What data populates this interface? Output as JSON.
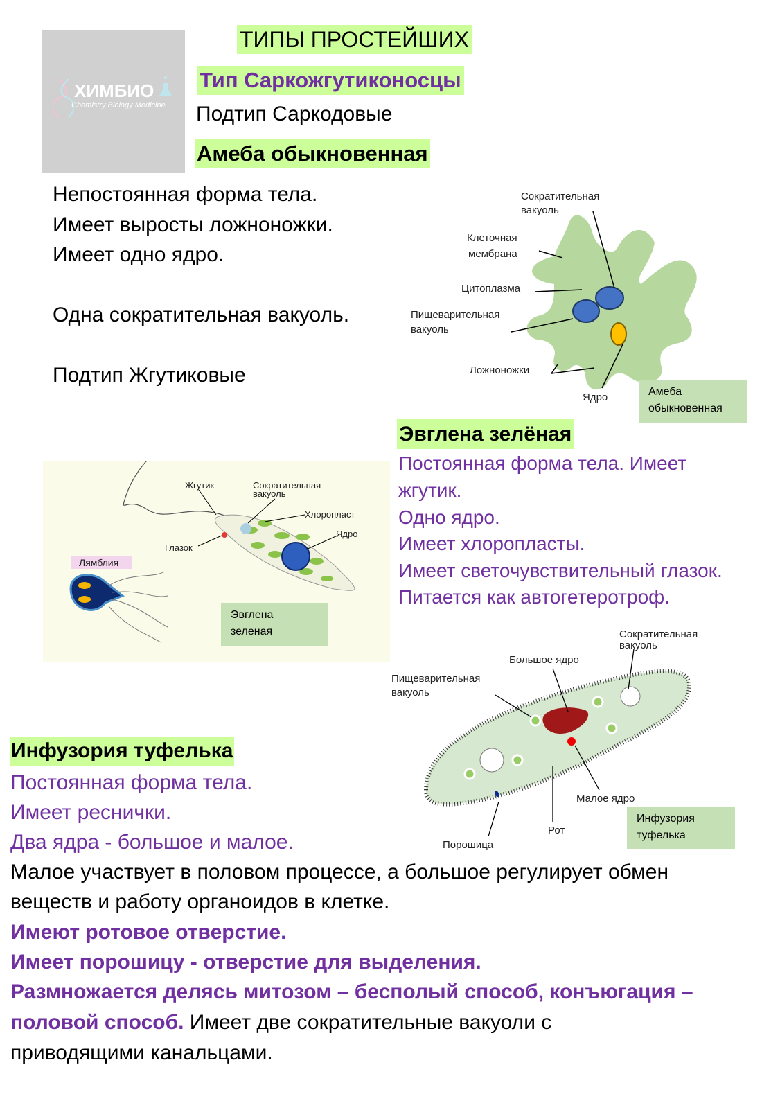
{
  "logo": {
    "name": "ХИМБИО",
    "tagline": "Chemistry Biology Medicine"
  },
  "title": "ТИПЫ ПРОСТЕЙШИХ",
  "type_heading": "Тип Саркожгутиконосцы",
  "subtype_sarcodina": "Подтип Саркодовые",
  "amoeba": {
    "heading": "Амеба обыкновенная",
    "lines": [
      "Непостоянная форма тела.",
      "Имеет выросты ложноножки.",
      "Имеет одно ядро.",
      "Одна сократительная вакуоль."
    ],
    "diagram": {
      "contractile_1": "Сократительная",
      "contractile_2": "вакуоль",
      "membrane_1": "Клеточная",
      "membrane_2": "мембрана",
      "cytoplasm": "Цитоплазма",
      "digestive_1": "Пищеварительная",
      "digestive_2": "вакуоль",
      "pseudopods": "Ложноножки",
      "nucleus": "Ядро",
      "caption_1": "Амеба",
      "caption_2": "обыкновенная"
    }
  },
  "subtype_flagellates": "Подтип Жгутиковые",
  "euglena": {
    "heading": "Эвглена зелёная",
    "lines": [
      "Постоянная форма тела. Имеет",
      "жгутик.",
      "Одно ядро.",
      "Имеет хлоропласты.",
      "Имеет светочувствительный глазок.",
      "Питается как автогетеротроф."
    ],
    "diagram": {
      "flagellum": "Жгутик",
      "contractile_1": "Сократительная",
      "contractile_2": "вакуоль",
      "chloroplast": "Хлоропласт",
      "nucleus": "Ядро",
      "eyespot": "Глазок",
      "giardia": "Лямблия",
      "caption_1": "Эвглена",
      "caption_2": "зеленая"
    }
  },
  "paramecium": {
    "heading": "Инфузория туфелька",
    "purple_lines": [
      "Постоянная форма тела.",
      "Имеет реснички.",
      "Два ядра - большое и малое."
    ],
    "black_lines": [
      "Малое участвует в половом процессе, а большое регулирует обмен",
      "веществ и работу органоидов в клетке."
    ],
    "bold_lines": [
      "Имеют ротовое отверстие.",
      "Имеет порошицу - отверстие для выделения.",
      "Размножается делясь митозом – бесполый способ, конъюгация –"
    ],
    "mixed_bold": "половой способ.",
    "mixed_regular": " Имеет две сократительные вакуоли с",
    "last_line": "приводящими канальцами.",
    "diagram": {
      "contractile_1": "Сократительная",
      "contractile_2": "вакуоль",
      "macronucleus": "Большое ядро",
      "digestive_1": "Пищеварительная",
      "digestive_2": "вакуоль",
      "micronucleus": "Малое ядро",
      "mouth": "Рот",
      "anal_pore": "Порошица",
      "caption_1": "Инфузория",
      "caption_2": "туфелька"
    }
  }
}
